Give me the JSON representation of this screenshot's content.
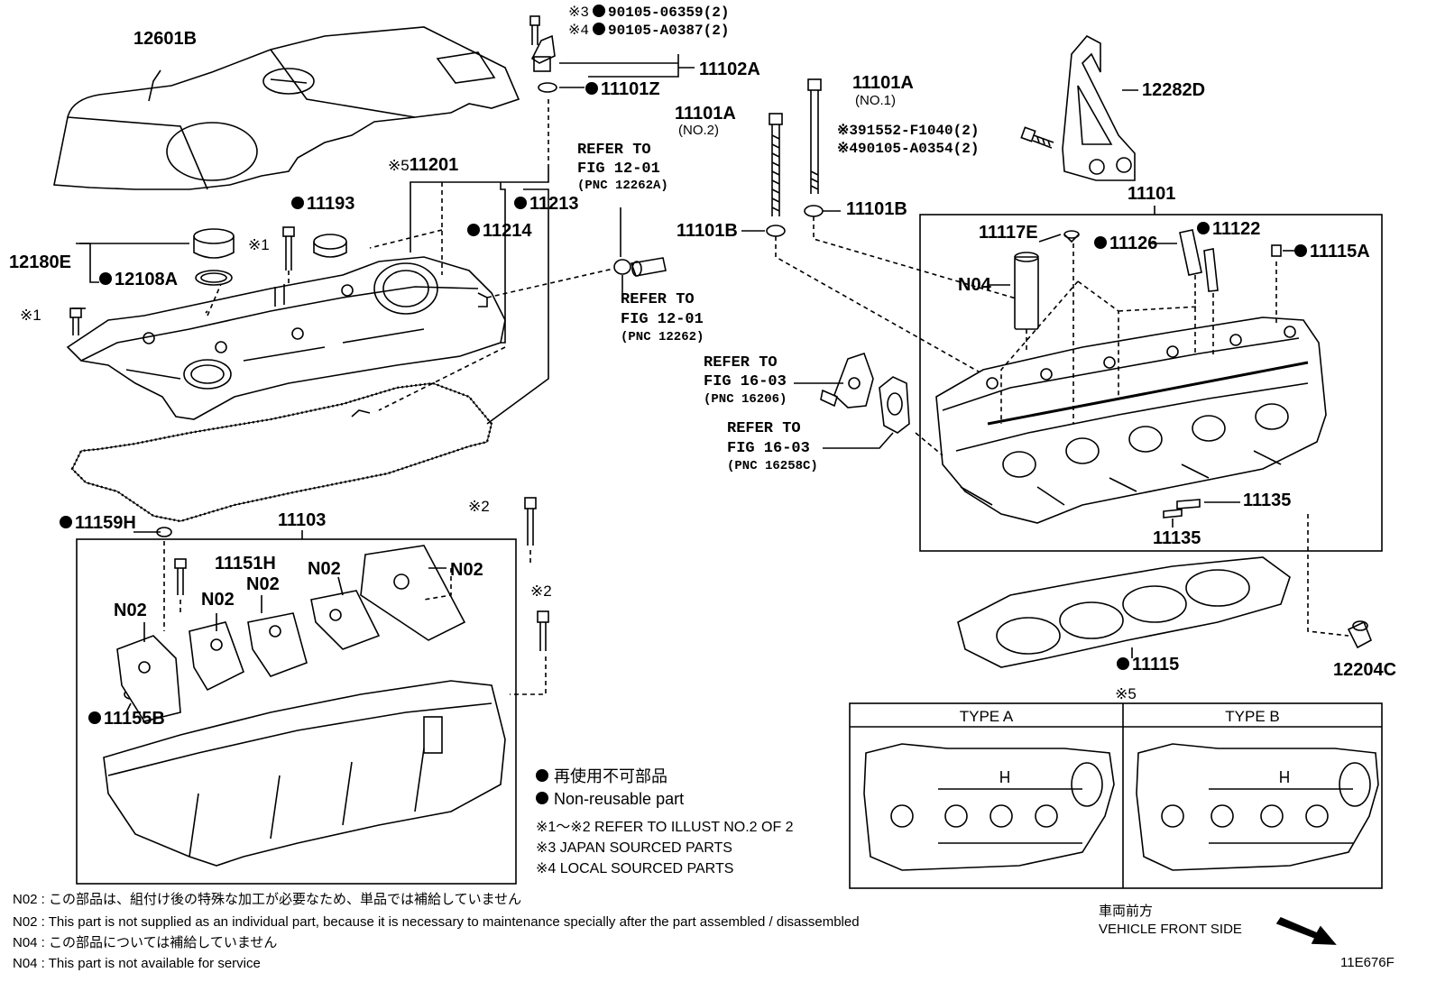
{
  "diagram_code": "11E676F",
  "labels": {
    "engine_cover": "12601B",
    "oil_filler_cap_assy": "12180E",
    "oil_filler_gasket": "12108A",
    "head_cover_sub_assy": "11201",
    "head_cover_mark": "※5",
    "plug_11193": "11193",
    "gasket_11214": "11214",
    "gasket_11213": "11213",
    "bolt_x1_a": "※1",
    "bolt_x1_b": "※1",
    "sensor_bolt_x3": "※3",
    "sensor_bolt_x3_part": "90105-06359(2)",
    "sensor_bolt_x4": "※4",
    "sensor_bolt_x4_part": "90105-A0387(2)",
    "sensor_assy": "11102A",
    "oring_11101z": "11101Z",
    "refer_hose_a": "REFER TO",
    "refer_hose_b": "FIG 12-01",
    "refer_hose_c": "(PNC 12262A)",
    "refer_hose2_a": "REFER TO",
    "refer_hose2_b": "FIG 12-01",
    "refer_hose2_c": "(PNC 12262)",
    "head_bolt_no2": "11101A",
    "head_bolt_no2_sub": "(NO.2)",
    "head_bolt_no1": "11101A",
    "head_bolt_no1_sub": "(NO.1)",
    "washer_left": "11101B",
    "washer_right": "11101B",
    "hanger_bolt_x3": "※391552-F1040(2)",
    "hanger_bolt_x4": "※490105-A0354(2)",
    "engine_hanger": "12282D",
    "cylinder_head_sub_assy": "11101",
    "plug_11117e": "11117E",
    "n04_pin": "N04",
    "pin_11126": "11126",
    "pin_11122": "11122",
    "plug_11115a": "11115A",
    "refer_16206_a": "REFER TO",
    "refer_16206_b": "FIG 16-03",
    "refer_16206_c": "(PNC 16206)",
    "refer_16258_a": "REFER TO",
    "refer_16258_b": "FIG 16-03",
    "refer_16258_c": "(PNC 16258C)",
    "plug_11135_a": "11135",
    "plug_11135_b": "11135",
    "head_gasket": "11115",
    "union_12204c": "12204C",
    "plug_11159h": "11159H",
    "camshaft_housing": "11103",
    "bolt_11151h": "11151H",
    "n02_1": "N02",
    "n02_2": "N02",
    "n02_3": "N02",
    "n02_4": "N02",
    "n02_5": "N02",
    "plug_11155b": "11155B",
    "bolt_x2_a": "※2",
    "bolt_x2_b": "※2"
  },
  "type_box": {
    "mark": "※5",
    "type_a": "TYPE A",
    "type_b": "TYPE B"
  },
  "legend": {
    "nonreusable_jp": "再使用不可部品",
    "nonreusable_en": "Non-reusable part",
    "refer_illust": "※1～※2  REFER TO ILLUST NO.2 OF 2",
    "japan_sourced": "※3 JAPAN SOURCED PARTS",
    "local_sourced": "※4 LOCAL SOURCED PARTS"
  },
  "notes": {
    "n02_jp": "N02 : この部品は、組付け後の特殊な加工が必要なため、単品では補給していません",
    "n02_en": "N02 : This part is not supplied as an individual part, because it is necessary to maintenance specially after the part assembled / disassembled",
    "n04_jp": "N04 : この部品については補給していません",
    "n04_en": "N04 : This part is not available for service"
  },
  "front": {
    "jp": "車両前方",
    "en": "VEHICLE FRONT SIDE"
  }
}
